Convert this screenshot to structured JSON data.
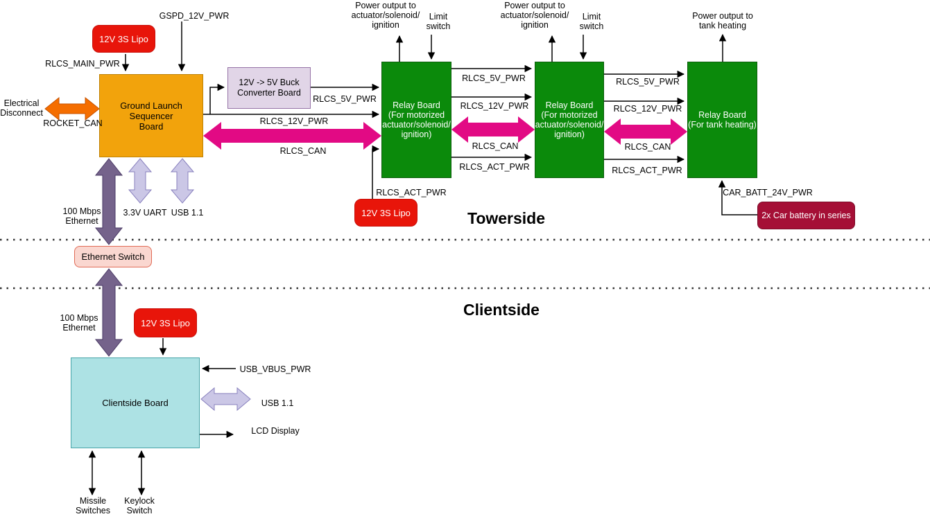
{
  "sections": {
    "towerside": "Towerside",
    "clientside": "Clientside"
  },
  "nodes": {
    "lipo": "12V 3S Lipo",
    "gls": "Ground Launch Sequencer\nBoard",
    "buck": "12V -> 5V Buck\nConverter Board",
    "relay_motorized": "Relay Board\n(For motorized\nactuator/solenoid/\nignition)",
    "relay_tank": "Relay Board\n(For tank heating)",
    "battery": "2x Car battery in series",
    "ethernet_switch": "Ethernet Switch",
    "clientside_board": "Clientside Board"
  },
  "labels": {
    "gspd": "GSPD_12V_PWR",
    "rlcs_main": "RLCS_MAIN_PWR",
    "electrical_disconnect": "Electrical\nDisconnect",
    "rocket_can": "ROCKET_CAN",
    "rlcs_5v": "RLCS_5V_PWR",
    "rlcs_12v": "RLCS_12V_PWR",
    "rlcs_can": "RLCS_CAN",
    "rlcs_act": "RLCS_ACT_PWR",
    "power_output_actuator": "Power output to\nactuator/solenoid/\nignition",
    "power_output_tank": "Power output to\ntank heating",
    "limit_switch": "Limit\nswitch",
    "car_batt": "CAR_BATT_24V_PWR",
    "ethernet": "100 Mbps\nEthernet",
    "uart": "3.3V UART",
    "usb": "USB 1.1",
    "usb_vbus": "USB_VBUS_PWR",
    "lcd": "LCD Display",
    "missile": "Missile\nSwitches",
    "keylock": "Keylock\nSwitch"
  },
  "colors": {
    "lipo_red": "#E8150A",
    "gls_orange": "#F2A30C",
    "buck_lavender_fill": "#E1D5E7",
    "buck_lavender_stroke": "#9673A6",
    "relay_green": "#0B8A0B",
    "battery_crimson": "#A50F36",
    "ethernet_switch_pink": "#FAD7D0",
    "clientside_cyan": "#ADE2E4",
    "can_magenta": "#E20A84",
    "ethernet_purple": "#75638B",
    "usb_uart_lavender": "#CBC7E6",
    "disconnect_orange": "#F56E00"
  }
}
